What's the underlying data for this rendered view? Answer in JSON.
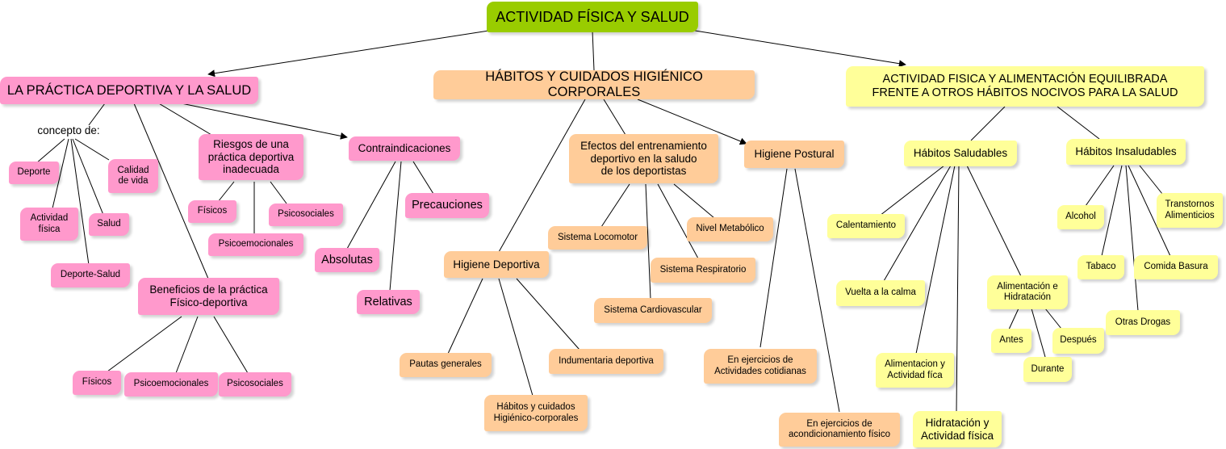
{
  "title": "ACTIVIDAD FÍSICA Y SALUD",
  "colors": {
    "root": "#99cc00",
    "branch1": "#ff99cc",
    "branch2": "#ffcc99",
    "branch3": "#ffff99",
    "line": "#000000"
  },
  "branches": {
    "practica": {
      "title": "LA PRÁCTICA DEPORTIVA Y LA SALUD",
      "concepto_label": "concepto de:",
      "conceptos": {
        "deporte": "Deporte",
        "actividad_fisica": "Actividad\nfísica",
        "deporte_salud": "Deporte-Salud",
        "salud": "Salud",
        "calidad_vida": "Calidad\nde vida"
      },
      "riesgos": {
        "title": "Riesgos de una\npráctica deportiva\ninadecuada",
        "fisicos": "Físicos",
        "psicoemocionales": "Psicoemocionales",
        "psicosociales": "Psicosociales"
      },
      "contraindicaciones": {
        "title": "Contraindicaciones",
        "precauciones": "Precauciones",
        "absolutas": "Absolutas",
        "relativas": "Relativas"
      },
      "beneficios": {
        "title": "Beneficios de la práctica\nFísico-deportiva",
        "fisicos": "Físicos",
        "psicoemocionales": "Psicoemocionales",
        "psicosociales": "Psicosociales"
      }
    },
    "habitos": {
      "title": "HÁBITOS Y CUIDADOS HIGIÉNICO CORPORALES",
      "higiene_deportiva": {
        "title": "Higiene Deportiva",
        "pautas": "Pautas generales",
        "indumentaria": "Indumentaria deportiva",
        "habitos_cuidados": "Hábitos y cuidados\nHigiénico-corporales"
      },
      "efectos": {
        "title": "Efectos del entrenamiento\ndeportivo en la saludo\nde los deportistas",
        "locomotor": "Sistema Locomotor",
        "metabolico": "Nivel Metabólico",
        "respiratorio": "Sistema Respiratorio",
        "cardiovascular": "Sistema Cardiovascular"
      },
      "postural": {
        "title": "Higiene Postural",
        "cotidianas": "En ejercicios de\nActividades cotidianas",
        "acondicionamiento": "En ejercicios de\nacondicionamiento físico"
      }
    },
    "alimentacion": {
      "title": "ACTIVIDAD FISICA Y ALIMENTACIÓN EQUILIBRADA\nFRENTE A OTROS HÁBITOS NOCIVOS PARA LA SALUD",
      "saludables": {
        "title": "Hábitos Saludables",
        "calentamiento": "Calentamiento",
        "vuelta_calma": "Vuelta a la calma",
        "alim_act": "Alimentacion y\nActividad fíca",
        "hidratacion_act": "Hidratación y\nActividad física",
        "alim_hidratacion": "Alimentación e\nHidratación",
        "antes": "Antes",
        "durante": "Durante",
        "despues": "Después"
      },
      "insaludables": {
        "title": "Hábitos Insaludables",
        "alcohol": "Alcohol",
        "tabaco": "Tabaco",
        "comida_basura": "Comida Basura",
        "otras_drogas": "Otras Drogas",
        "transtornos": "Transtornos\nAlimenticios"
      }
    }
  }
}
